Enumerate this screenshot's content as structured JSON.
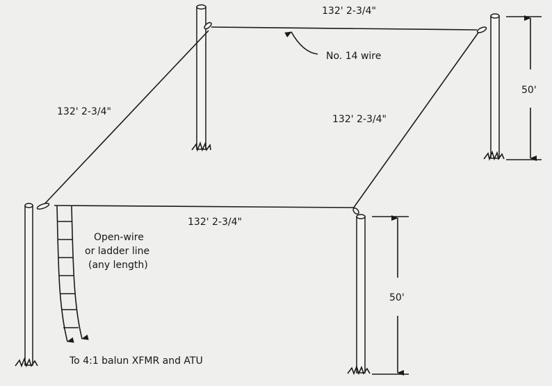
{
  "diagram": {
    "wire_lengths": {
      "top": "132' 2-3/4\"",
      "left": "132' 2-3/4\"",
      "right": "132' 2-3/4\"",
      "bottom": "132' 2-3/4\""
    },
    "wire_note": "No. 14 wire",
    "height_back": "50'",
    "height_front": "50'",
    "feedline": {
      "line1": "Open-wire",
      "line2": "or ladder line",
      "line3": "(any length)"
    },
    "destination": "To 4:1 balun XFMR and ATU"
  }
}
